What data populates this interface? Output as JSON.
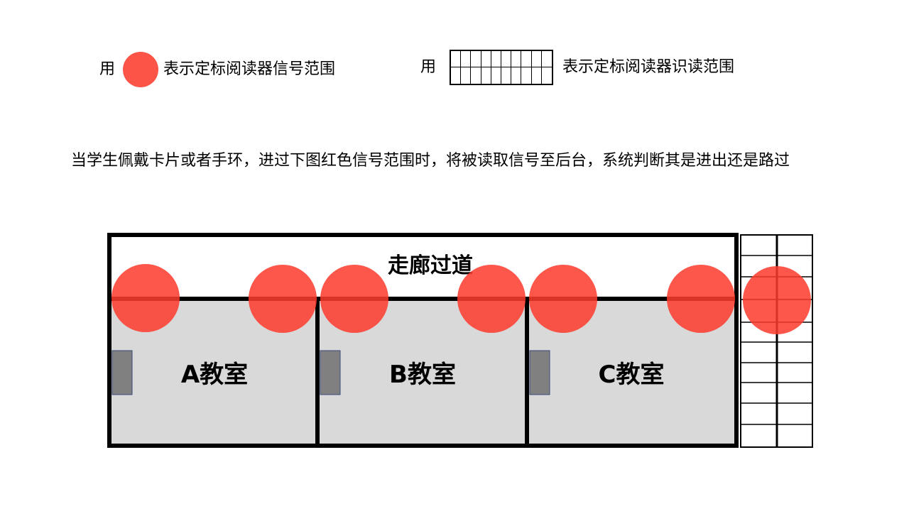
{
  "legend": {
    "signal_prefix": "用",
    "signal_text": "表示定标阅读器信号范围",
    "read_prefix": "用",
    "read_text": "表示定标阅读器识读范围"
  },
  "description": "当学生佩戴卡片或者手环，进过下图红色信号范围时，将被读取信号至后台，系统判断其是进出还是路过",
  "corridor": {
    "label": "走廊过道"
  },
  "rooms": [
    {
      "label": "A教室"
    },
    {
      "label": "B教室"
    },
    {
      "label": "C教室"
    }
  ],
  "colors": {
    "signal": "#fd5448",
    "room_fill": "#d9d9d9",
    "door": "#808080",
    "wall": "#000000",
    "wall_overlap": "#c0180c"
  }
}
